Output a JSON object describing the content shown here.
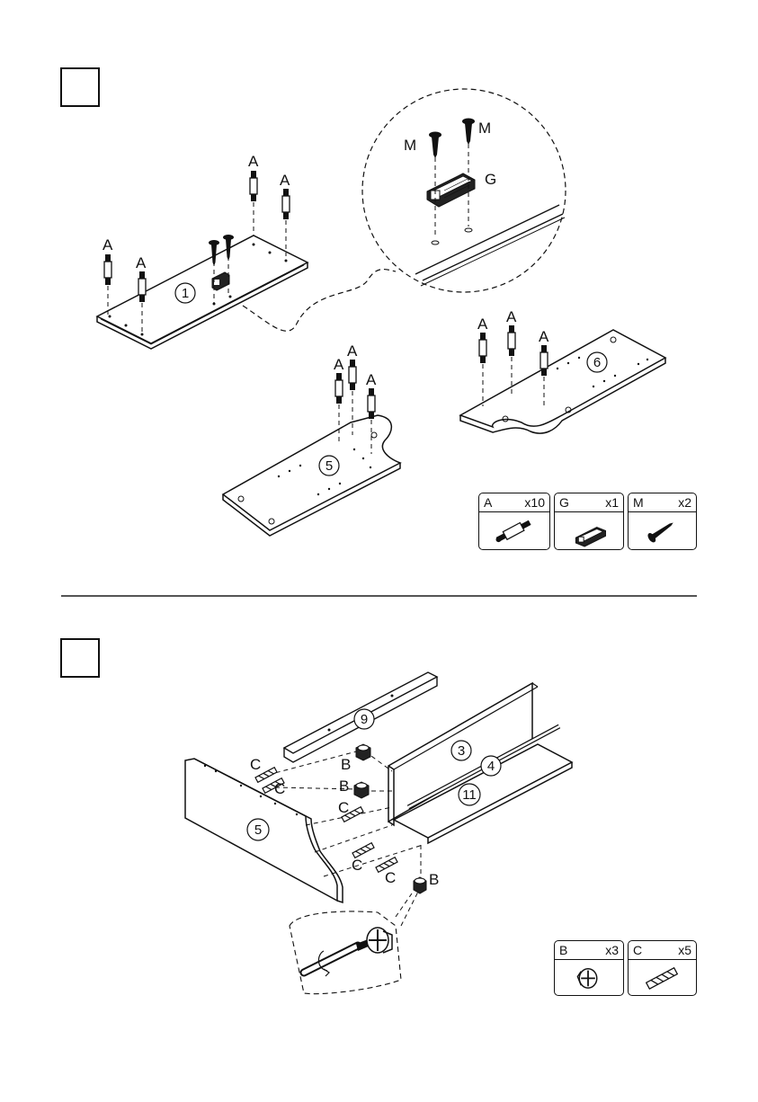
{
  "steps": [
    {
      "number": "",
      "labels": {
        "hw_a": "A",
        "hw_m": "M",
        "hw_g": "G"
      },
      "panels": {
        "p1": "1",
        "p5": "5",
        "p6": "6"
      },
      "hardware": [
        {
          "code": "A",
          "qty": "x10",
          "icon": "dowel-icon"
        },
        {
          "code": "G",
          "qty": "x1",
          "icon": "magnet-catch-icon"
        },
        {
          "code": "M",
          "qty": "x2",
          "icon": "screw-icon"
        }
      ]
    },
    {
      "number": "",
      "labels": {
        "hw_b": "B",
        "hw_c": "C"
      },
      "panels": {
        "p3": "3",
        "p4": "4",
        "p5": "5",
        "p9": "9",
        "p11": "11"
      },
      "hardware": [
        {
          "code": "B",
          "qty": "x3",
          "icon": "cam-lock-icon"
        },
        {
          "code": "C",
          "qty": "x5",
          "icon": "wood-dowel-icon"
        }
      ]
    }
  ]
}
